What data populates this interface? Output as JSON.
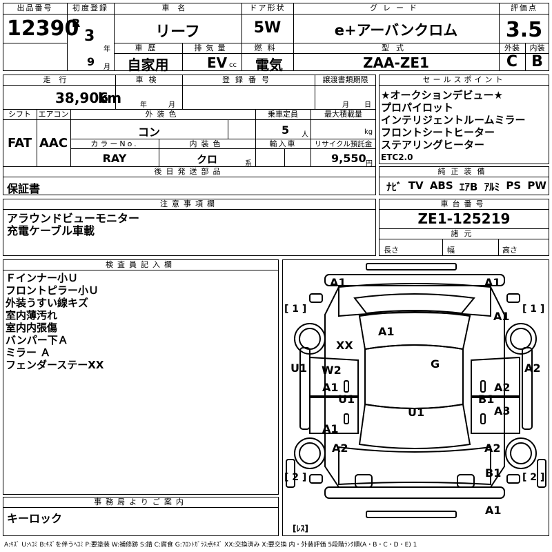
{
  "header": {
    "lot_no_label": "出品番号",
    "lot_no": "12390",
    "first_reg_label": "初度登録",
    "era": "R",
    "year": "3",
    "year_unit": "年",
    "month": "9",
    "month_unit": "月",
    "car_name_label": "車名",
    "car_name": "リーフ",
    "door_label": "ドア形状",
    "door": "5W",
    "grade_label": "グレード",
    "grade": "e+アーバンクロム",
    "score_label": "評価点",
    "score": "3.5",
    "history_label": "車歴",
    "history": "自家用",
    "displacement_label": "排気量",
    "displacement": "EV",
    "cc": "cc",
    "fuel_label": "燃料",
    "fuel": "電気",
    "model_label": "型式",
    "model": "ZAA-ZE1",
    "exterior_label": "外装",
    "exterior": "C",
    "interior_label": "内装",
    "interior": "B"
  },
  "row2": {
    "mileage_label": "走行",
    "mileage": "38,906",
    "km": "km",
    "inspection_label": "車検",
    "year_unit": "年",
    "month_unit": "月",
    "reg_no_label": "登録番号",
    "transfer_label": "譲渡書類期限",
    "day_unit": "日",
    "shift_label": "シフト",
    "shift": "FAT",
    "ac_label": "エアコン",
    "ac": "AAC",
    "color_label": "外装色",
    "color": "コン",
    "capacity_label": "乗車定員",
    "capacity": "5",
    "person_unit": "人",
    "load_label": "最大積載量",
    "kg": "kg",
    "color_no_label": "カラーNo.",
    "color_no": "RAY",
    "int_color_label": "内装色",
    "int_color": "クロ",
    "kei": "系",
    "import_label": "輸入車",
    "recycle_label": "リサイクル預託金",
    "recycle": "9,550",
    "yen": "円",
    "later_label": "後日発送部品",
    "later": "保証書"
  },
  "sales": {
    "label": "セールスポイント",
    "items": [
      "★オークションデビュー★",
      "プロパイロット",
      "インテリジェントルームミラー",
      "フロントシートヒーター",
      "ステアリングヒーター",
      "ETC2.0"
    ]
  },
  "equipment": {
    "label": "純正装備",
    "items": [
      "ﾅﾋﾞ",
      "TV",
      "ABS",
      "ｴｱB",
      "ｱﾙﾐ",
      "PS",
      "PW"
    ]
  },
  "notes": {
    "label": "注意事項欄",
    "lines": [
      "アラウンドビューモニター",
      "充電ケーブル車載"
    ]
  },
  "chassis": {
    "label": "車台番号",
    "value": "ZE1-125219",
    "spec_label": "諸元",
    "length": "長さ",
    "width": "幅",
    "height": "高さ"
  },
  "inspector": {
    "label": "検査員記入欄",
    "lines": [
      "Ｆインナー小Ｕ",
      "フロントピラー小Ｕ",
      "外装うすい線キズ",
      "室内薄汚れ",
      "室内内張傷",
      "バンパー下Ａ",
      "ミラー Ａ",
      "フェンダーステーXX"
    ]
  },
  "office": {
    "label": "事務局よりご案内",
    "text": "キーロック"
  },
  "diagram": {
    "brackets": [
      "[ 1 ]",
      "[ 1 ]",
      "[ 2 ]",
      "[ 2 ]",
      "[ﾚｽ]"
    ],
    "marks": [
      "A1",
      "A1",
      "A1",
      "A1",
      "XX",
      "U1",
      "A2",
      "W2",
      "G",
      "A1",
      "U1",
      "A2",
      "B1",
      "U1",
      "A3",
      "A1",
      "A2",
      "A2",
      "B1",
      "A1"
    ]
  },
  "legend": "A:ｷｽﾞ U:ﾍｺﾐ B:ｷｽﾞを伴うﾍｺﾐ P:要塗装 W:補修跡 S:錆 C:腐食 G:ﾌﾛﾝﾄｶﾞﾗｽ点ｷｽﾞ XX:交換済み X:要交換 内・外装評価 5段階ﾗﾝｸ順(A・B・C・D・E) 1"
}
